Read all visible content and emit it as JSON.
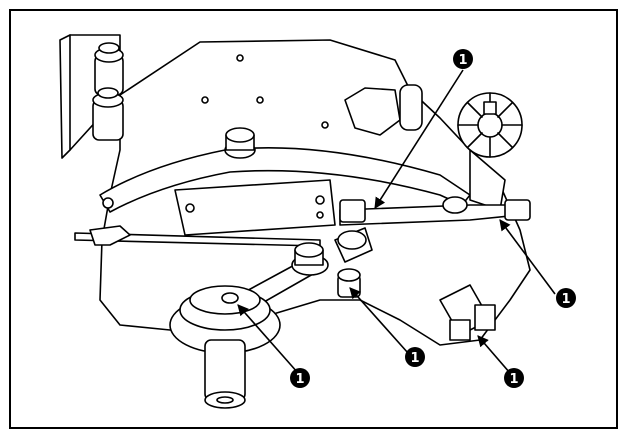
{
  "figure": {
    "callouts": [
      {
        "label": "1"
      },
      {
        "label": "1"
      },
      {
        "label": "1"
      },
      {
        "label": "1"
      },
      {
        "label": "1"
      }
    ]
  },
  "colors": {
    "ink": "#000000",
    "paper": "#ffffff"
  },
  "icons": [
    "filled-circle-number-marker",
    "leader-arrow"
  ]
}
